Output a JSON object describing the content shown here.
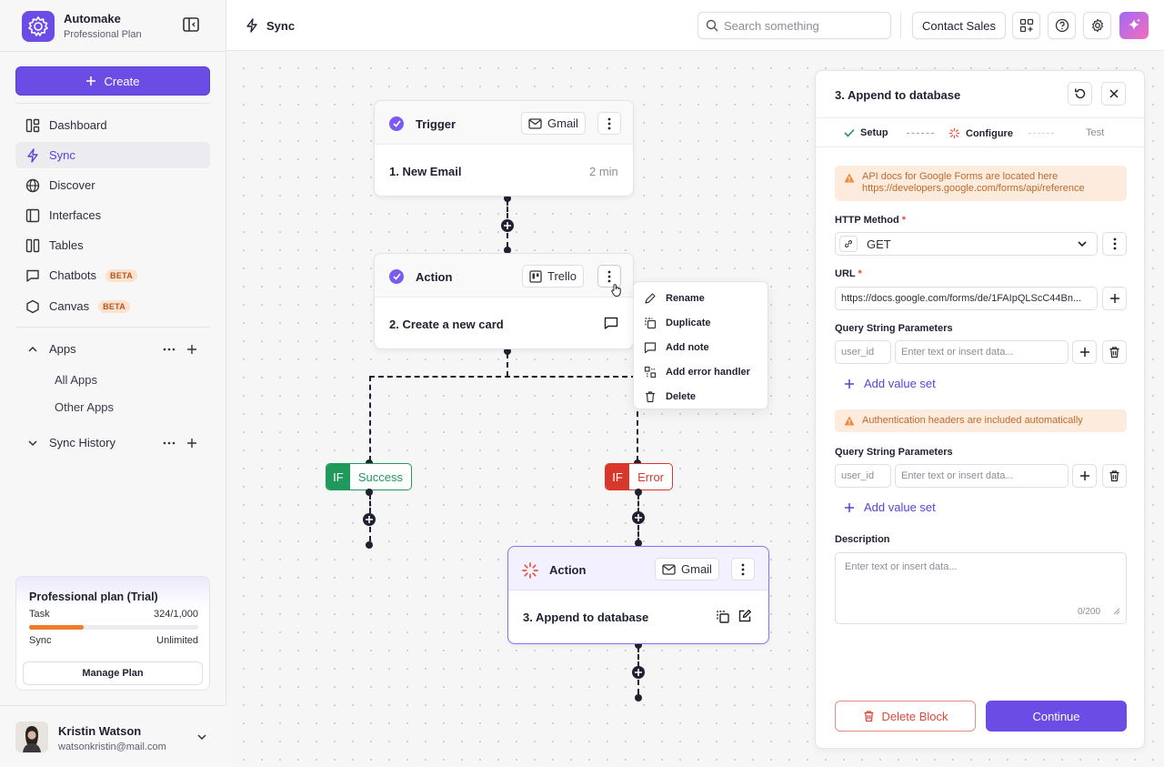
{
  "app": {
    "name": "Automake",
    "plan": "Professional Plan"
  },
  "sidebar": {
    "create_label": "Create",
    "nav": [
      {
        "label": "Dashboard",
        "icon": "dashboard-icon"
      },
      {
        "label": "Sync",
        "icon": "bolt-icon",
        "active": true
      },
      {
        "label": "Discover",
        "icon": "globe-icon"
      },
      {
        "label": "Interfaces",
        "icon": "layout-icon"
      },
      {
        "label": "Tables",
        "icon": "columns-icon"
      },
      {
        "label": "Chatbots",
        "icon": "chat-icon",
        "badge": "BETA"
      },
      {
        "label": "Canvas",
        "icon": "hexagon-icon",
        "badge": "BETA"
      }
    ],
    "apps": {
      "label": "Apps",
      "items": [
        "All Apps",
        "Other Apps"
      ]
    },
    "sync_history": {
      "label": "Sync History"
    },
    "plan_card": {
      "title": "Professional plan (Trial)",
      "task_label": "Task",
      "task_used": "324",
      "task_total": "/1,000",
      "task_fraction": 0.324,
      "sync_label": "Sync",
      "sync_value": "Unlimited",
      "manage_label": "Manage Plan"
    },
    "user": {
      "name": "Kristin Watson",
      "email": "watsonkristin@mail.com"
    }
  },
  "header": {
    "breadcrumb": "Sync",
    "search_placeholder": "Search something",
    "contact_sales": "Contact Sales"
  },
  "canvas": {
    "trigger": {
      "title": "Trigger",
      "app": "Gmail",
      "step": "1. New Email",
      "time": "2 min"
    },
    "action1": {
      "title": "Action",
      "app": "Trello",
      "step": "2. Create a new card"
    },
    "branches": [
      {
        "if": "IF",
        "label": "Success",
        "color": "#1f9a5a"
      },
      {
        "if": "IF",
        "label": "Error",
        "color": "#d8382b"
      }
    ],
    "action2": {
      "title": "Action",
      "app": "Gmail",
      "step": "3. Append to database"
    },
    "menu": [
      "Rename",
      "Duplicate",
      "Add note",
      "Add error handler",
      "Delete"
    ]
  },
  "panel": {
    "title": "3. Append to database",
    "steps": [
      "Setup",
      "Configure",
      "Test"
    ],
    "alert1": {
      "line1": "API docs for Google Forms are located here",
      "line2": "https://developers.google.com/forms/api/reference"
    },
    "http_method_label": "HTTP Method",
    "http_method_value": "GET",
    "url_label": "URL",
    "url_value": "https://docs.google.com/forms/de/1FAIpQLScC44Bn...",
    "qsp_label": "Query String Parameters",
    "key_placeholder": "user_id",
    "value_placeholder": "Enter text or insert data...",
    "add_value_set": "Add value set",
    "alert2": "Authentication headers are included automatically",
    "qsp2_label": "Query String Parameters",
    "description_label": "Description",
    "description_placeholder": "Enter text or insert data...",
    "char_count": "0/200",
    "delete_label": "Delete Block",
    "continue_label": "Continue"
  },
  "colors": {
    "accent": "#6b4de6",
    "success": "#1f9a5a",
    "error": "#d8382b",
    "warning_bg": "#fdebdd"
  }
}
